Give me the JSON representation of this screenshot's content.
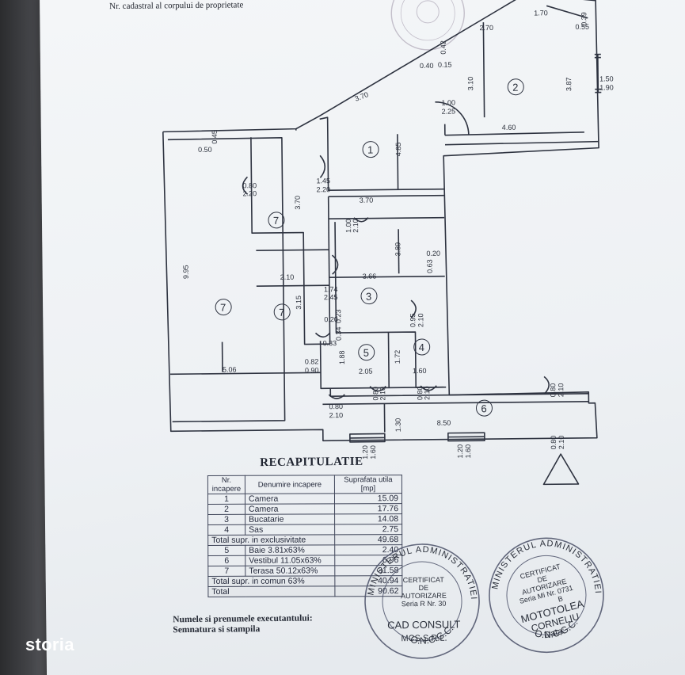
{
  "header": {
    "text": "Nr. cadastral al corpului de proprietate"
  },
  "rooms": [
    {
      "id": "1"
    },
    {
      "id": "2"
    },
    {
      "id": "3"
    },
    {
      "id": "4"
    },
    {
      "id": "5"
    },
    {
      "id": "6"
    },
    {
      "id": "7"
    },
    {
      "id": "7"
    },
    {
      "id": "7"
    }
  ],
  "dims": [
    "1.70",
    "0.39",
    "0.55",
    "2.70",
    "0.40",
    "0.15",
    "0.42",
    "3.10",
    "3.87",
    "1.50",
    "1.90",
    "3.70",
    "1.00",
    "2.25",
    "4.60",
    "4.85",
    "0.50",
    "0.45",
    "1.45",
    "2.20",
    "0.80",
    "2.20",
    "3.70",
    "3.70",
    "1.00",
    "2.10",
    "9.95",
    "3.89",
    "0.63",
    "0.20",
    "2.10",
    "1.74",
    "2.45",
    "3.66",
    "3.15",
    "0.20",
    "0.23",
    "0.34",
    "0.95",
    "2.10",
    "0.33",
    "0.82",
    "0.90",
    "1.88",
    "2.05",
    "1.72",
    "1.60",
    "5.06",
    "0.80",
    "2.10",
    "0.80",
    "2.10",
    "0.80",
    "2.10",
    "0.80",
    "2.10",
    "1.30",
    "8.50",
    "1.20",
    "1.60",
    "1.20",
    "1.60",
    "0.80",
    "2.10"
  ],
  "recap": {
    "title": "RECAPITULATIE",
    "headers": [
      "Nr. incapere",
      "Denumire incapere",
      "Suprafata utila [mp]"
    ],
    "rows": [
      {
        "nr": "1",
        "name": "Camera",
        "area": "15.09"
      },
      {
        "nr": "2",
        "name": "Camera",
        "area": "17.76"
      },
      {
        "nr": "3",
        "name": "Bucatarie",
        "area": "14.08"
      },
      {
        "nr": "4",
        "name": "Sas",
        "area": "2.75"
      }
    ],
    "total_excl": {
      "label": "Total supr. in exclusivitate",
      "value": "49.68"
    },
    "common": [
      {
        "nr": "5",
        "name": "Baie 3.81x63%",
        "area": "2.40"
      },
      {
        "nr": "6",
        "name": "Vestibul 11.05x63%",
        "area": "6.96"
      },
      {
        "nr": "7",
        "name": "Terasa 50.12x63%",
        "area": "31.58"
      }
    ],
    "total_common": {
      "label": "Total supr. in comun 63%",
      "value": "40.94"
    },
    "total": {
      "label": "Total",
      "value": "90.62"
    }
  },
  "executant": {
    "line1": "Numele si prenumele executantului:",
    "line2": "Semnatura si stampila"
  },
  "stamp1": {
    "ring": "MINISTERUL ADMINISTRATIEI PUBLICE",
    "bottom": "O.N.C.G.C.",
    "l1": "CERTIFICAT",
    "l2": "DE",
    "l3": "AUTORIZARE",
    "l4": "Seria R Nr. 30",
    "name": "CAD CONSULT",
    "company": "MCS S.R.L."
  },
  "stamp2": {
    "ring": "MINISTERUL ADMINISTRATIEI PUBLICE",
    "bottom": "O.N.C.G.C.",
    "l1": "CERTIFICAT",
    "l2": "DE",
    "l3": "AUTORIZARE",
    "l4": "Seria Mi Nr. 0731",
    "l5": "B",
    "name1": "MOTOTOLEA",
    "name2": "CORNELIU",
    "data": "Data:"
  },
  "logo": {
    "pre": "st",
    "mid": "o",
    "post": "ria"
  },
  "colors": {
    "ink": "#2a2f3a",
    "paper": "#f1f3f6",
    "stamp": "#4a5068"
  }
}
